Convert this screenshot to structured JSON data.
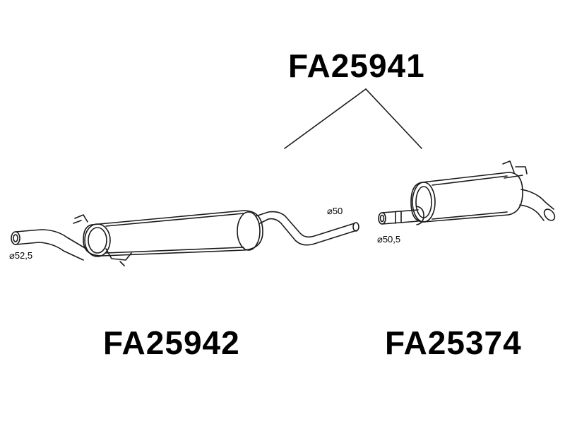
{
  "kit": {
    "code": "FA25941"
  },
  "parts": [
    {
      "code": "FA25942",
      "inlet_diameter": "⌀52,5",
      "outlet_diameter": "⌀50"
    },
    {
      "code": "FA25374",
      "inlet_diameter": "⌀50,5"
    }
  ],
  "colors": {
    "line": "#1a1a1a",
    "background": "#ffffff",
    "text": "#000000"
  }
}
